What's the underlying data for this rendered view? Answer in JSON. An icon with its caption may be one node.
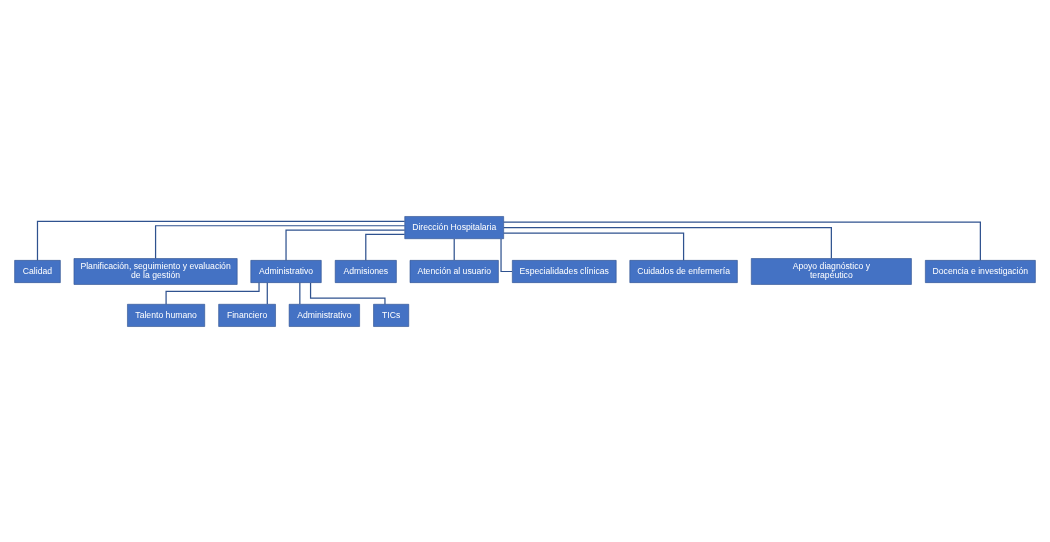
{
  "diagram": {
    "nodes": [
      {
        "text": [
          "Dirección Hospitalaria"
        ]
      },
      {
        "text": [
          "Calidad"
        ]
      },
      {
        "text": [
          "Planificación, seguimiento y evaluación de la gestión"
        ]
      },
      {
        "text": [
          "Administrativo"
        ]
      },
      {
        "text": [
          "Admisiones"
        ]
      },
      {
        "text": [
          "Talento humano"
        ]
      },
      {
        "text": [
          "Financiero"
        ]
      },
      {
        "text": [
          "Administrativo"
        ]
      },
      {
        "text": [
          "TICs"
        ]
      },
      {
        "text": [
          "Atención al usuario"
        ]
      },
      {
        "text": [
          "Especialidades clínicas"
        ]
      },
      {
        "text": [
          "Cuidados de enfermería"
        ]
      },
      {
        "text": [
          "Apoyo diagnóstico y terapéutico"
        ]
      },
      {
        "text": [
          "Docencia e investigación"
        ]
      }
    ],
    "edges": [
      {
        "from": 0,
        "to": 1,
        "arrow": "none"
      },
      {
        "from": 0,
        "to": 2,
        "arrow": "none"
      },
      {
        "from": 0,
        "to": 3,
        "arrow": "none"
      },
      {
        "from": 0,
        "to": 4,
        "arrow": "none"
      },
      {
        "from": 3,
        "to": 5,
        "arrow": "none"
      },
      {
        "from": 3,
        "to": 6,
        "arrow": "none"
      },
      {
        "from": 3,
        "to": 7,
        "arrow": "none"
      },
      {
        "from": 3,
        "to": 8,
        "arrow": "none"
      },
      {
        "from": 0,
        "to": 9,
        "arrow": "none"
      },
      {
        "from": 0,
        "to": 10,
        "arrow": "none"
      },
      {
        "from": 0,
        "to": 11,
        "arrow": "none"
      },
      {
        "from": 0,
        "to": 12,
        "arrow": "none"
      },
      {
        "from": 0,
        "to": 13,
        "arrow": "none"
      }
    ]
  }
}
